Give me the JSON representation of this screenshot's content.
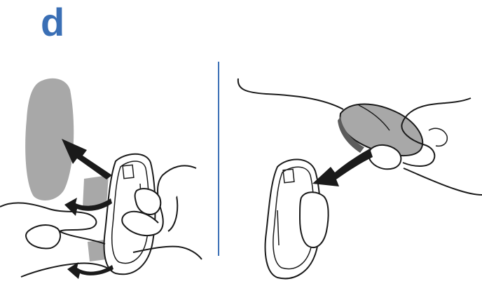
{
  "step": {
    "letter": "d"
  },
  "colors": {
    "accent": "#3a6fb5",
    "line": "#1a1a1a",
    "fill_gray": "#a8a8a8",
    "fill_dark": "#5c5c5c",
    "fill_light": "#d9d9d9",
    "divider": "#3a6fb5"
  },
  "panels": [
    {
      "name": "left-panel",
      "icons": [
        "gray-pad-shape",
        "mount-plate",
        "hand-icon",
        "arrow-icon"
      ]
    },
    {
      "name": "right-panel",
      "icons": [
        "mouse-icon",
        "cable-icon",
        "mount-plate",
        "hand-icon",
        "arrow-icon"
      ]
    }
  ]
}
